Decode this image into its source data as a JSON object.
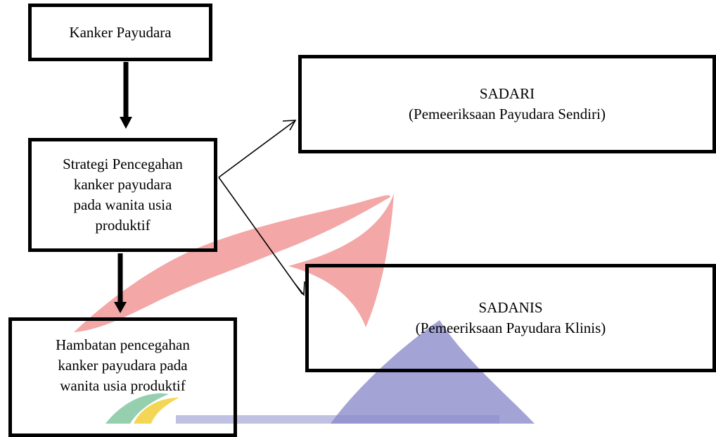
{
  "nodes": {
    "kanker": {
      "line1": "Kanker Payudara"
    },
    "strategi": {
      "line1": "Strategi  Pencegahan",
      "line2": "kanker payudara",
      "line3": "pada wanita usia",
      "line4": "produktif"
    },
    "sadari": {
      "line1": "SADARI",
      "line2": "(Pemeeriksaan Payudara Sendiri)"
    },
    "sadanis": {
      "line1": "SADANIS",
      "line2": "(Pemeeriksaan Payudara Klinis)"
    },
    "hambatan": {
      "line1": "Hambatan  pencegahan",
      "line2": "kanker payudara  pada",
      "line3": "wanita usia produktif"
    }
  },
  "edges": [
    {
      "from": "kanker",
      "to": "strategi",
      "style": "thick"
    },
    {
      "from": "strategi",
      "to": "sadari",
      "style": "thin"
    },
    {
      "from": "strategi",
      "to": "sadanis",
      "style": "thin"
    },
    {
      "from": "strategi",
      "to": "hambatan",
      "style": "thick"
    }
  ],
  "colors": {
    "watermark_red": "#ef8a8a",
    "watermark_blue": "#8c8ccc",
    "watermark_green": "#7cc39a",
    "watermark_yellow": "#f2cf3a"
  }
}
